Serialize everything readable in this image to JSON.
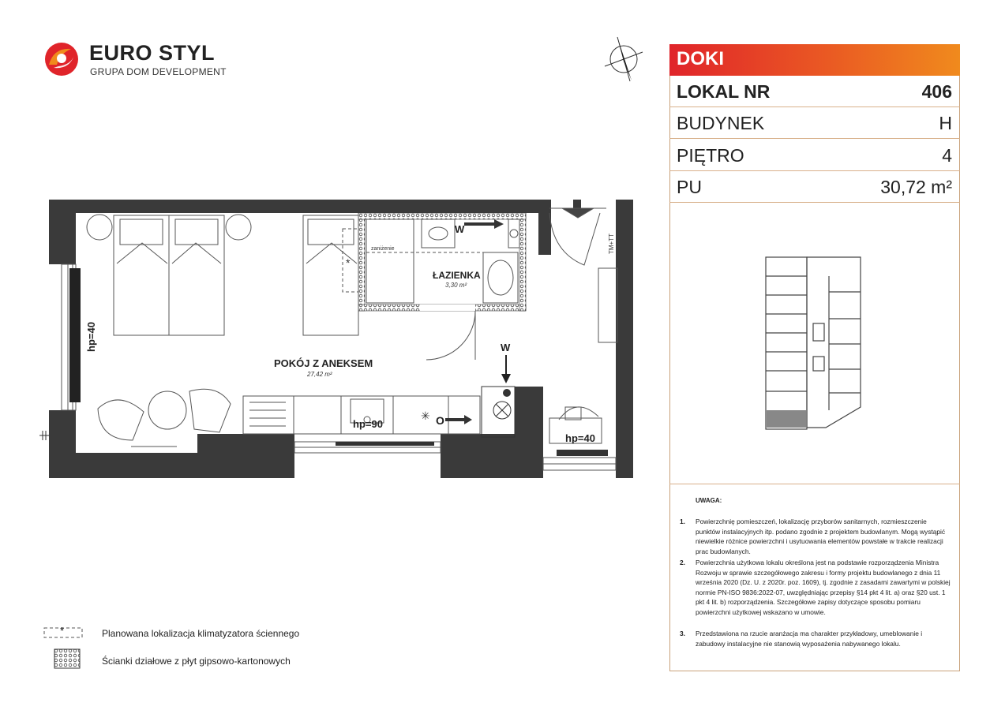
{
  "brand": {
    "name": "EURO STYL",
    "subtitle": "GRUPA DOM DEVELOPMENT",
    "colors": {
      "red": "#e0242a",
      "orange": "#f08a1d"
    }
  },
  "info": {
    "investment": "DOKI",
    "rows": [
      {
        "label": "LOKAL NR",
        "value": "406"
      },
      {
        "label": "BUDYNEK",
        "value": "H"
      },
      {
        "label": "PIĘTRO",
        "value": "4"
      },
      {
        "label": "PU",
        "value": "30,72 m²"
      }
    ]
  },
  "plan": {
    "room_main": {
      "name": "POKÓJ Z ANEKSEM",
      "area": "27,42 m²"
    },
    "room_bath": {
      "name": "ŁAZIENKA",
      "area": "3,30 m²"
    },
    "labels": {
      "hp_left": "hp=40",
      "hp_kitchen": "hp=90",
      "hp_right": "hp=40",
      "w_bath": "W",
      "w_kitchen": "W",
      "lowered": "zaniżenie",
      "tm_tt": "TM+TT"
    }
  },
  "notes": {
    "title": "UWAGA:",
    "items": [
      {
        "num": "1.",
        "text": "Powierzchnię pomieszczeń, lokalizację przyborów sanitarnych, rozmieszczenie punktów instalacyjnych itp. podano zgodnie z projektem budowlanym. Mogą wystąpić niewielkie różnice powierzchni i usytuowania elementów powstałe w trakcie realizacji prac budowlanych."
      },
      {
        "num": "2.",
        "text": "Powierzchnia użytkowa lokalu określona jest na podstawie rozporządzenia Ministra Rozwoju w sprawie szczegółowego zakresu i formy projektu budowlanego z dnia 11 września 2020 (Dz. U. z 2020r. poz. 1609), tj. zgodnie z zasadami zawartymi w polskiej normie PN-ISO 9836:2022-07, uwzględniając przepisy §14 pkt 4 lit. a) oraz §20 ust. 1 pkt 4 lit. b) rozporządzenia. Szczegółowe zapisy dotyczące sposobu pomiaru powierzchni użytkowej wskazano w umowie."
      },
      {
        "num": "3.",
        "text": "Przedstawiona na rzucie aranżacja ma charakter przykładowy, umeblowanie i zabudowy instalacyjne nie stanowią wyposażenia nabywanego lokalu."
      }
    ]
  },
  "legend": [
    {
      "symbol": "*",
      "text": "Planowana lokalizacja klimatyzatora ściennego"
    },
    {
      "symbol": "",
      "text": "Ścianki działowe z płyt gipsowo-kartonowych"
    }
  ]
}
